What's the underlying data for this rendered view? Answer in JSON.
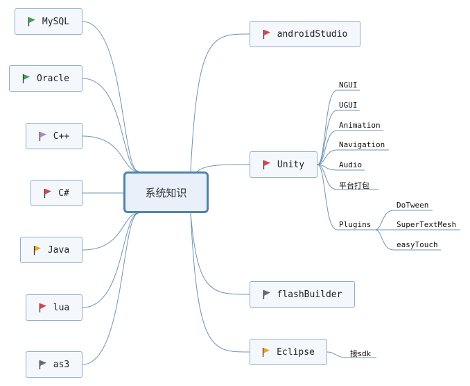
{
  "center": "系统知识",
  "left_nodes": [
    "MySQL",
    "Oracle",
    "C++",
    "C#",
    "Java",
    "lua",
    "as3"
  ],
  "right_nodes": [
    "androidStudio",
    "Unity",
    "flashBuilder",
    "Eclipse"
  ],
  "unity_children": [
    "NGUI",
    "UGUI",
    "Animation",
    "Navigation",
    "Audio",
    "平台打包",
    "Plugins"
  ],
  "plugins_children": [
    "DoTween",
    "SuperTextMesh",
    "easyTouch"
  ],
  "eclipse_children": [
    "接sdk"
  ],
  "flag_colors": {
    "green": "#3aa35a",
    "red": "#e0404a",
    "purple": "#a58bc9",
    "orange": "#f0a21a",
    "slate": "#5e6e85"
  }
}
